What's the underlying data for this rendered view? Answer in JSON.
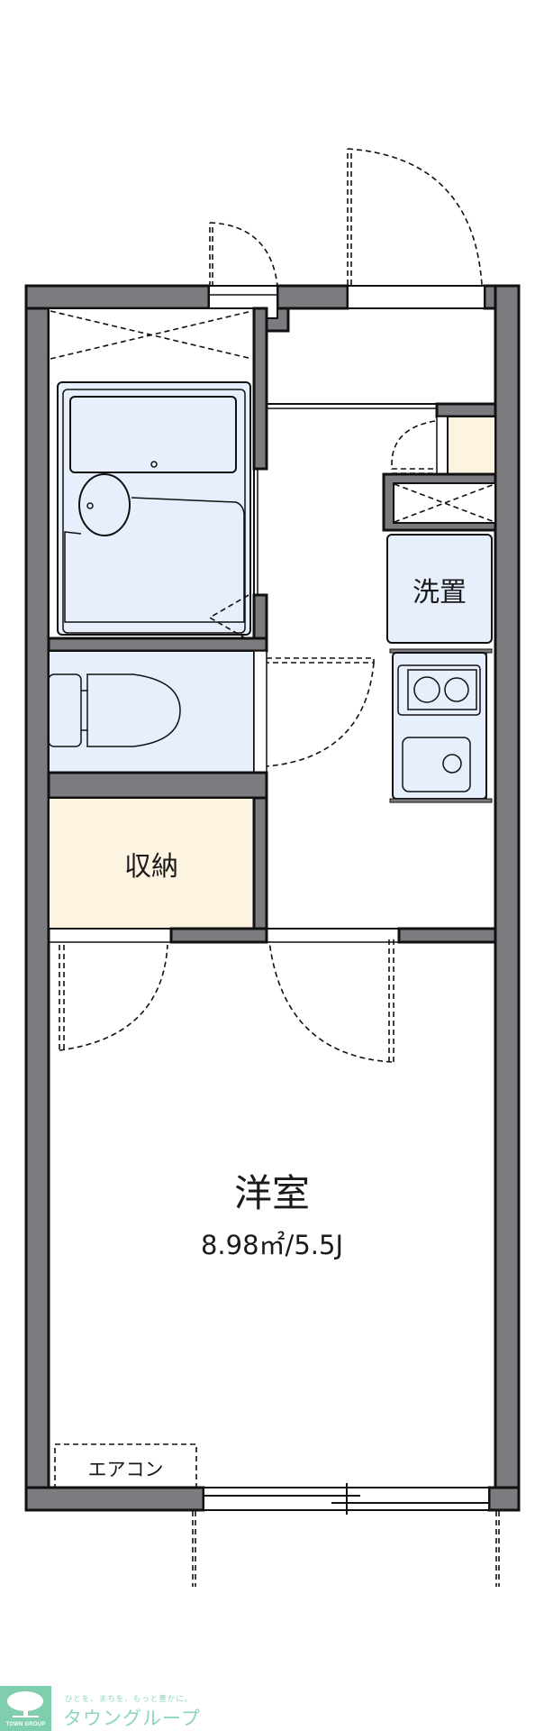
{
  "floorplan": {
    "rooms": [
      {
        "id": "western-room",
        "label": "洋室",
        "area": "8.98㎡/5.5J"
      },
      {
        "id": "storage",
        "label": "収納"
      },
      {
        "id": "washer-space",
        "label": "洗置"
      },
      {
        "id": "aircon",
        "label": "エアコン"
      }
    ],
    "fixtures": [
      "unit-bath",
      "toilet",
      "kitchen-stove-2-burner",
      "kitchen-sink",
      "shoe-cabinet"
    ],
    "colors": {
      "wall": "#7c7b80",
      "wet_area": "#e6effb",
      "storage": "#fdf3e1",
      "outline": "#111111"
    }
  },
  "brand": {
    "logo_text": "TOWN GROUP",
    "tagline": "ひとを、まちを、もっと豊かに。",
    "name": "タウングループ",
    "color": "#7fcfae"
  }
}
